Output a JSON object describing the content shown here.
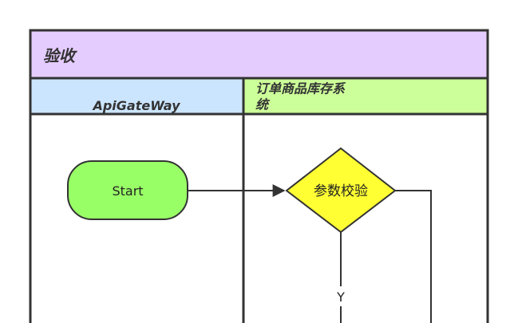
{
  "pool": {
    "title": "验收"
  },
  "lanes": [
    {
      "title": "ApiGateWay"
    },
    {
      "title_line1": "订单商品库存系",
      "title_line2": "统"
    }
  ],
  "nodes": {
    "start": {
      "label": "Start"
    },
    "decision": {
      "label": "参数校验"
    }
  },
  "edges": {
    "yes_label": "Y"
  },
  "colors": {
    "pool_header": "#e5ccff",
    "lane1_header": "#cce5ff",
    "lane2_header": "#ccff99",
    "start_fill": "#99ff66",
    "decision_fill": "#ffff33",
    "border": "#333333"
  }
}
